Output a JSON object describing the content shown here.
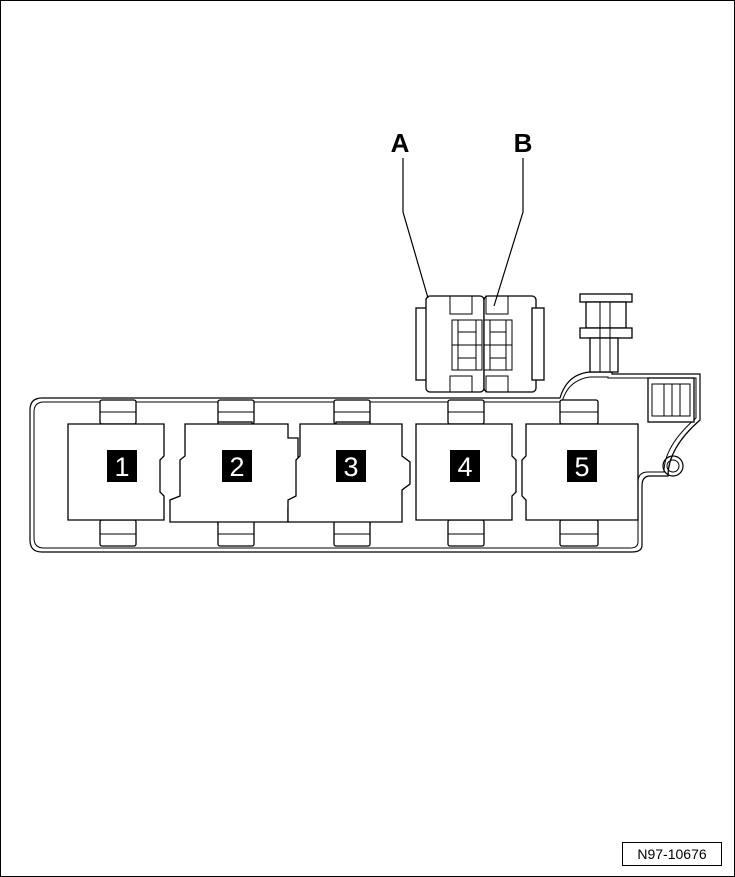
{
  "callouts": {
    "a": "A",
    "b": "B"
  },
  "relays": [
    {
      "label": "1"
    },
    {
      "label": "2"
    },
    {
      "label": "3"
    },
    {
      "label": "4"
    },
    {
      "label": "5"
    }
  ],
  "reference_code": "N97-10676"
}
